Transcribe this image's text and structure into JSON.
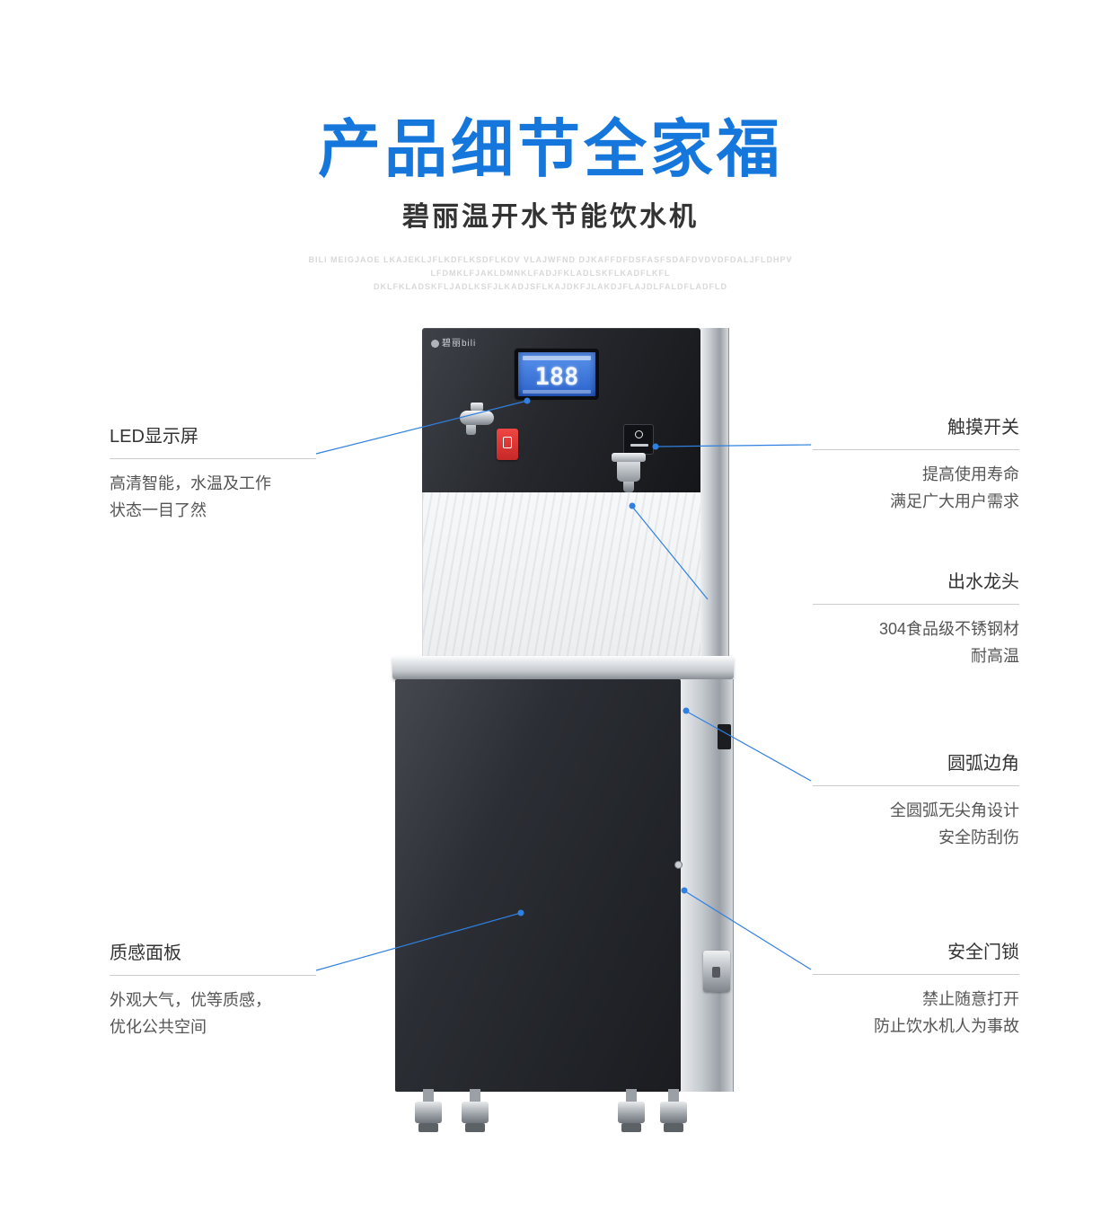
{
  "page": {
    "title": "产品细节全家福",
    "subtitle": "碧丽温开水节能饮水机",
    "watermark_lines": [
      "BILI MEIGJAOE LKAJEKLJFLKDFLKSDFLKDV VLAJWFND  DJKAFFDFDSFASFSDAFDVDVDFDALJFLDHPV",
      "LFDMKLFJAKLDMNKLFADJFKLADLSKFLKADFLKFL",
      "DKLFKLADSKFLJADLKSFJLKADJSFLKAJDKFJLAKDJFLAJDLFALDFLADFLD"
    ]
  },
  "colors": {
    "title_blue": "#1577dc",
    "accent_blue": "#2f80e0",
    "line_gray": "#cccccc",
    "text_dark": "#333333",
    "text_gray": "#555555",
    "watermark_gray": "#d8d8d8"
  },
  "device": {
    "brand": "碧丽bili",
    "display_value": "188"
  },
  "callouts": {
    "left": [
      {
        "title": "LED显示屏",
        "desc_lines": [
          "高清智能，水温及工作",
          "状态一目了然"
        ]
      },
      {
        "title": "质感面板",
        "desc_lines": [
          "外观大气，优等质感，",
          "优化公共空间"
        ]
      }
    ],
    "right": [
      {
        "title": "触摸开关",
        "desc_lines": [
          "提高使用寿命",
          "满足广大用户需求"
        ]
      },
      {
        "title": "出水龙头",
        "desc_lines": [
          "304食品级不锈钢材",
          "耐高温"
        ]
      },
      {
        "title": "圆弧边角",
        "desc_lines": [
          "全圆弧无尖角设计",
          "安全防刮伤"
        ]
      },
      {
        "title": "安全门锁",
        "desc_lines": [
          "禁止随意打开",
          "防止饮水机人为事故"
        ]
      }
    ]
  }
}
